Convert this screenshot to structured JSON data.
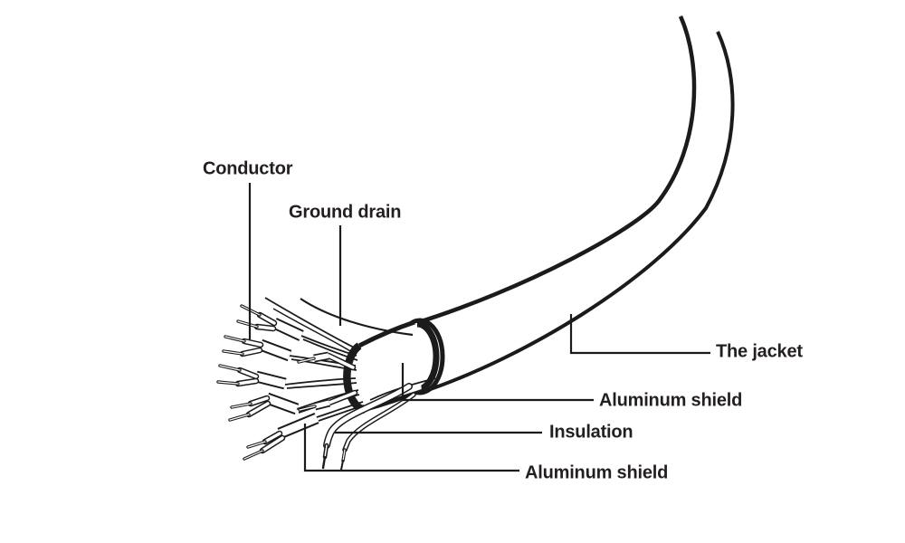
{
  "diagram": {
    "background_color": "#ffffff",
    "line_color": "#1b1b1b",
    "text_color": "#231f20",
    "labels": {
      "conductor": "Conductor",
      "ground_drain": "Ground drain",
      "jacket": "The jacket",
      "aluminum_shield_outer": "Aluminum shield",
      "insulation": "Insulation",
      "aluminum_shield_pair": "Aluminum shield"
    }
  }
}
